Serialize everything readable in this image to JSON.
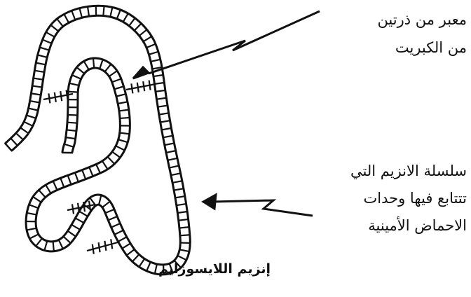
{
  "labels": {
    "disulfide_bridge": [
      "معبر من ذرتين",
      "من الكبريت"
    ],
    "enzyme_chain": [
      "سلسلة الانزيم التي",
      "تتتابع فيها وحدات",
      "الاحماض الأمينية"
    ],
    "title": "إنزيم اللايسوزايم"
  },
  "colors": {
    "stroke": "#111111",
    "background": "#ffffff"
  },
  "icons": [
    "lightning-arrow-icon",
    "lightning-arrow-icon"
  ]
}
